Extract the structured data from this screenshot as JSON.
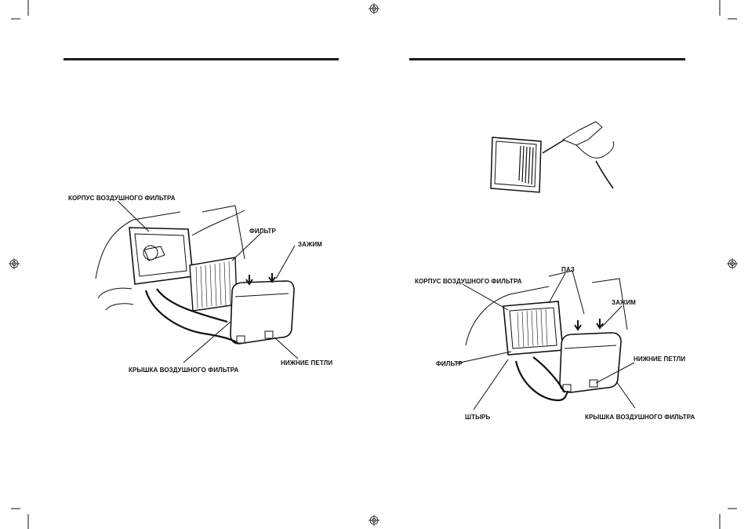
{
  "left_page": {
    "figure": {
      "labels": {
        "housing": "КОРПУС ВОЗДУШНОГО ФИЛЬТРА",
        "filter": "ФИЛЬТР",
        "clip": "ЗАЖИМ",
        "cover": "КРЫШКА ВОЗДУШНОГО ФИЛЬТРА",
        "lower_hinges": "НИЖНИЕ ПЕТЛИ"
      }
    }
  },
  "right_page": {
    "figure": {
      "labels": {
        "slot": "ПАЗ",
        "housing": "КОРПУС ВОЗДУШНОГО ФИЛЬТРА",
        "clip": "ЗАЖИМ",
        "lower_hinges": "НИЖНИЕ ПЕТЛИ",
        "filter": "ФИЛЬТР",
        "pin": "ШТЫРЬ",
        "cover": "КРЫШКА ВОЗДУШНОГО ФИЛЬТРА"
      }
    }
  }
}
